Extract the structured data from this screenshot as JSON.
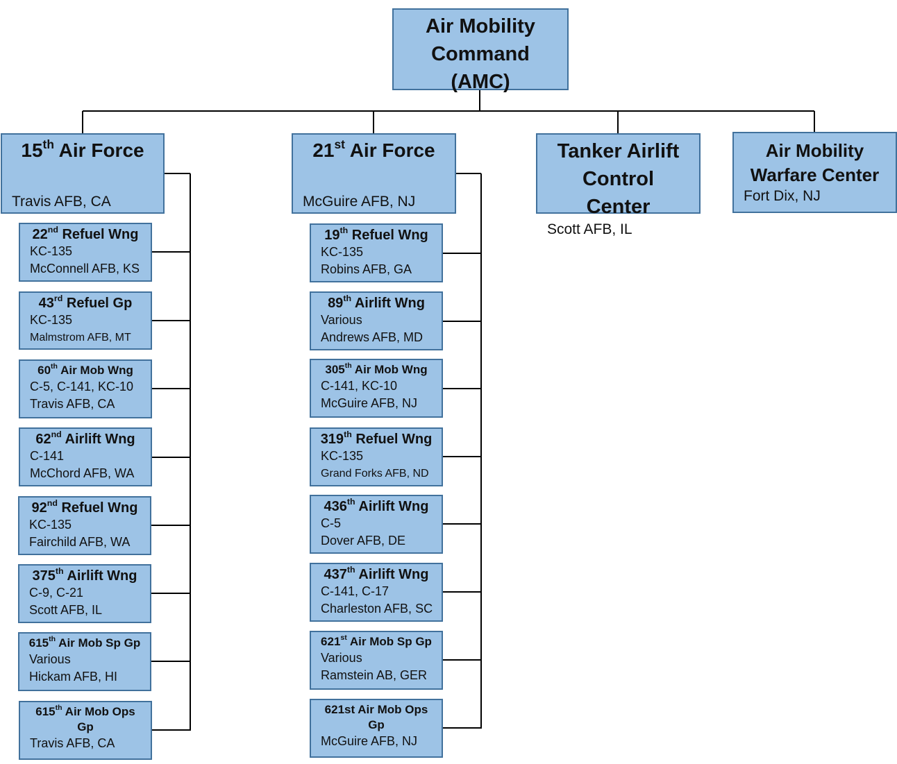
{
  "hq": {
    "lines": [
      "Air Mobility",
      "Command",
      "(AMC)"
    ]
  },
  "columns": [
    {
      "title": {
        "num": "15",
        "sup": "th",
        "rest": " Air Force"
      },
      "location": "Travis AFB, CA",
      "units": [
        {
          "num": "22",
          "sup": "nd",
          "rest": " Refuel Wng",
          "lines": [
            "KC-135",
            "McConnell AFB, KS"
          ]
        },
        {
          "num": "43",
          "sup": "rd",
          "rest": " Refuel Gp",
          "lines": [
            "KC-135",
            "Malmstrom AFB, MT"
          ]
        },
        {
          "num": "60",
          "sup": "th",
          "rest": " Air Mob Wng",
          "lines": [
            "C-5, C-141, KC-10",
            "Travis AFB, CA"
          ]
        },
        {
          "num": "62",
          "sup": "nd",
          "rest": " Airlift Wng",
          "lines": [
            "C-141",
            "McChord AFB, WA"
          ]
        },
        {
          "num": "92",
          "sup": "nd",
          "rest": " Refuel Wng",
          "lines": [
            "KC-135",
            "Fairchild AFB, WA"
          ]
        },
        {
          "num": "375",
          "sup": "th",
          "rest": " Airlift Wng",
          "lines": [
            "C-9, C-21",
            "Scott AFB, IL"
          ]
        },
        {
          "num": "615",
          "sup": "th",
          "rest": " Air Mob Sp Gp",
          "lines": [
            "Various",
            "Hickam AFB, HI"
          ]
        },
        {
          "num": "615",
          "sup": "th",
          "rest": " Air Mob Ops Gp",
          "lines": [
            "Travis AFB, CA"
          ]
        }
      ]
    },
    {
      "title": {
        "num": "21",
        "sup": "st",
        "rest": " Air Force"
      },
      "location": "McGuire AFB, NJ",
      "units": [
        {
          "num": "19",
          "sup": "th",
          "rest": " Refuel Wng",
          "lines": [
            "KC-135",
            "Robins AFB, GA"
          ]
        },
        {
          "num": "89",
          "sup": "th",
          "rest": " Airlift Wng",
          "lines": [
            "Various",
            "Andrews AFB, MD"
          ]
        },
        {
          "num": "305",
          "sup": "th",
          "rest": " Air Mob Wng",
          "lines": [
            "C-141, KC-10",
            "McGuire AFB, NJ"
          ]
        },
        {
          "num": "319",
          "sup": "th",
          "rest": " Refuel Wng",
          "lines": [
            "KC-135",
            "Grand Forks AFB, ND"
          ]
        },
        {
          "num": "436",
          "sup": "th",
          "rest": " Airlift Wng",
          "lines": [
            "C-5",
            "Dover AFB, DE"
          ]
        },
        {
          "num": "437",
          "sup": "th",
          "rest": " Airlift Wng",
          "lines": [
            "C-141, C-17",
            "Charleston AFB, SC"
          ]
        },
        {
          "num": "621",
          "sup": "st",
          "rest": " Air Mob Sp Gp",
          "lines": [
            "Various",
            "Ramstein AB, GER"
          ]
        },
        {
          "num": "621st",
          "sup": "",
          "rest": " Air Mob Ops Gp",
          "lines": [
            "McGuire AFB, NJ"
          ]
        }
      ]
    }
  ],
  "centers": [
    {
      "title": "Tanker Airlift Control Center",
      "location": "Scott AFB, IL"
    },
    {
      "title": "Air Mobility Warfare Center",
      "location": "Fort Dix, NJ"
    }
  ]
}
